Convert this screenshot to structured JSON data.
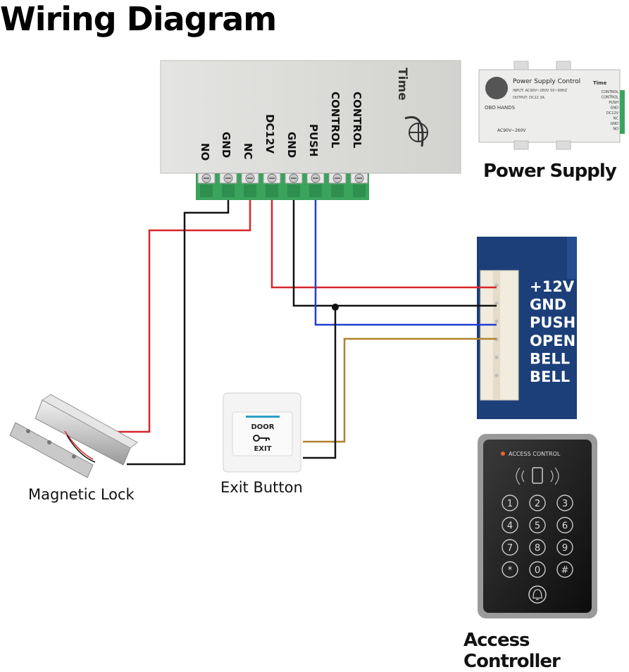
{
  "title": "Wiring Diagram",
  "controller": {
    "terminals": [
      "NO",
      "GND",
      "NC",
      "DC12V",
      "GND",
      "PUSH",
      "CONTROL",
      "CONTROL"
    ],
    "brand": "Time"
  },
  "power_supply": {
    "caption": "Power Supply",
    "heading": "Power Supply Control",
    "brand": "Time",
    "logo_text": "OBO HANDS",
    "input_line": "INPUT: AC90V~260V 50~60HZ",
    "output_line": "OUTPUT: DC12 3A",
    "voltage_label": "AC90V~260V",
    "terminals": [
      "CONTROL",
      "CONTROL",
      "PUSH",
      "GND",
      "DC12V",
      "NC",
      "GND",
      "NO"
    ]
  },
  "board": {
    "pins": [
      "+12V",
      "GND",
      "PUSH",
      "OPEN",
      "BELL",
      "BELL"
    ]
  },
  "exit_button": {
    "caption": "Exit Button",
    "top_text": "DOOR",
    "bottom_text": "EXIT"
  },
  "magnetic_lock": {
    "caption": "Magnetic Lock"
  },
  "keypad": {
    "caption": "Access Controller",
    "header": "ACCESS CONTROL",
    "keys": [
      "1",
      "2",
      "3",
      "4",
      "5",
      "6",
      "7",
      "8",
      "9",
      "*",
      "0",
      "#"
    ]
  },
  "colors": {
    "wire_red": "#d6262a",
    "wire_black": "#111111",
    "wire_blue": "#1f3fd1",
    "wire_brown": "#b0822c",
    "terminal_green": "#3aa35c",
    "board_blue": "#1c3f7a"
  }
}
